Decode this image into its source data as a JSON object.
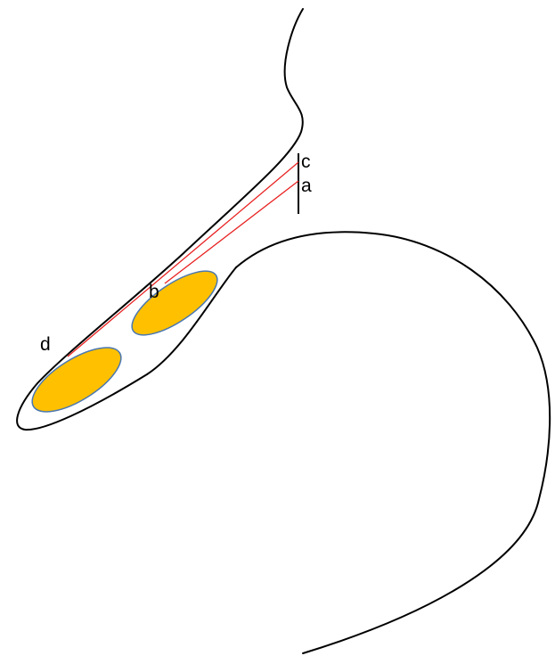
{
  "colors": {
    "outline": "#000000",
    "guide_lines": "#e82020",
    "blob_fill": "#ffc000",
    "blob_stroke": "#4a78b0",
    "label": "#000000"
  },
  "labels": {
    "a": "a",
    "b": "b",
    "c": "c",
    "d": "d"
  }
}
